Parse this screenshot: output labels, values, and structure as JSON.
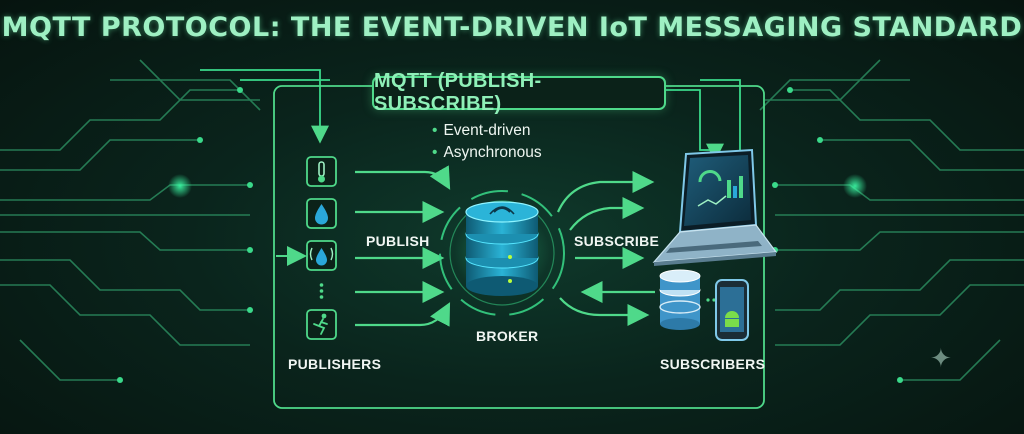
{
  "title": "MQTT PROTOCOL: THE EVENT-DRIVEN IoT MESSAGING STANDARD",
  "panel": {
    "title": "MQTT (PUBLISH-SUBSCRIBE)",
    "features": [
      "Event-driven",
      "Asynchronous"
    ]
  },
  "labels": {
    "publish": "PUBLISH",
    "subscribe": "SUBSCRIBE",
    "broker": "BROKER",
    "publishers": "PUBLISHERS",
    "subscribers": "SUBSCRIBERS"
  },
  "publishers": [
    {
      "icon": "thermometer-icon"
    },
    {
      "icon": "water-drop-icon"
    },
    {
      "icon": "wireless-water-sensor-icon"
    },
    {
      "icon": "ellipsis-icon"
    },
    {
      "icon": "motion-sensor-icon"
    }
  ],
  "subscribers": [
    {
      "icon": "laptop-dashboard-icon"
    },
    {
      "icon": "database-icon"
    },
    {
      "icon": "android-phone-icon"
    }
  ],
  "colors": {
    "accent": "#4fd98a",
    "title": "#9ef0c3",
    "background": "#0a241c",
    "broker": "#1a8fb0"
  }
}
